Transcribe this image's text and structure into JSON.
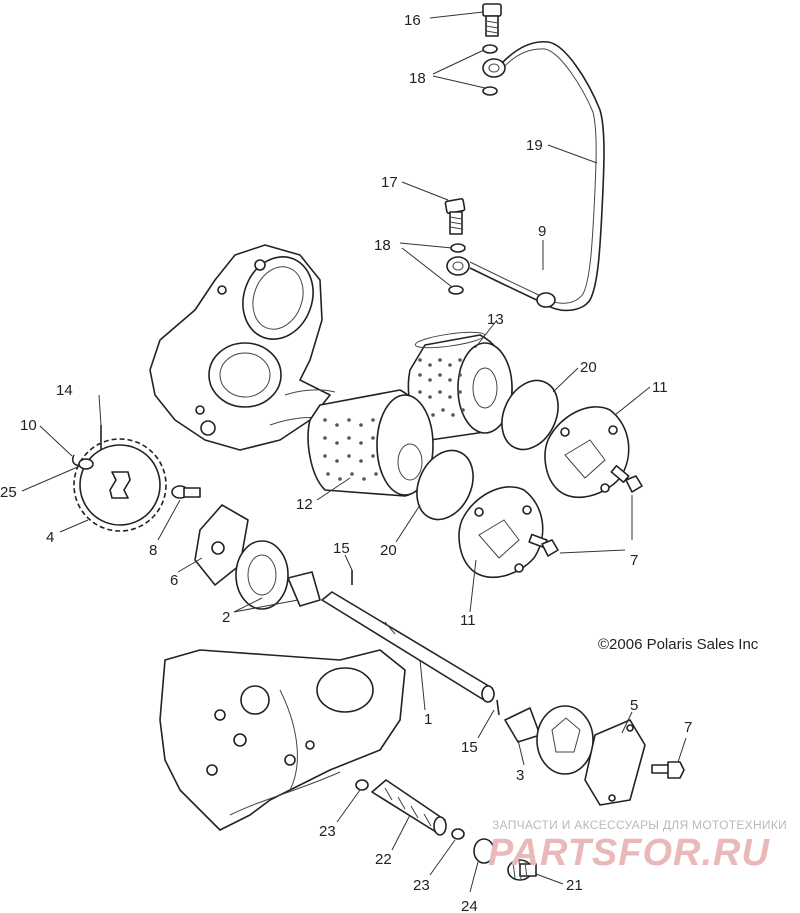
{
  "diagram": {
    "labels": [
      {
        "id": "l16",
        "text": "16"
      },
      {
        "id": "l18a",
        "text": "18"
      },
      {
        "id": "l19",
        "text": "19"
      },
      {
        "id": "l17",
        "text": "17"
      },
      {
        "id": "l18b",
        "text": "18"
      },
      {
        "id": "l9",
        "text": "9"
      },
      {
        "id": "l13",
        "text": "13"
      },
      {
        "id": "l20a",
        "text": "20"
      },
      {
        "id": "l11a",
        "text": "11"
      },
      {
        "id": "l14",
        "text": "14"
      },
      {
        "id": "l10",
        "text": "10"
      },
      {
        "id": "l25",
        "text": "25"
      },
      {
        "id": "l4",
        "text": "4"
      },
      {
        "id": "l8",
        "text": "8"
      },
      {
        "id": "l12",
        "text": "12"
      },
      {
        "id": "l20b",
        "text": "20"
      },
      {
        "id": "l6",
        "text": "6"
      },
      {
        "id": "l15a",
        "text": "15"
      },
      {
        "id": "l7a",
        "text": "7"
      },
      {
        "id": "l2",
        "text": "2"
      },
      {
        "id": "l11b",
        "text": "11"
      },
      {
        "id": "l1",
        "text": "1"
      },
      {
        "id": "l5",
        "text": "5"
      },
      {
        "id": "l7b",
        "text": "7"
      },
      {
        "id": "l15b",
        "text": "15"
      },
      {
        "id": "l3",
        "text": "3"
      },
      {
        "id": "l23a",
        "text": "23"
      },
      {
        "id": "l22",
        "text": "22"
      },
      {
        "id": "l23b",
        "text": "23"
      },
      {
        "id": "l21",
        "text": "21"
      },
      {
        "id": "l24",
        "text": "24"
      }
    ],
    "copyright": "©2006 Polaris Sales Inc",
    "watermark_text": "ЗАПЧАСТИ И АКСЕССУАРЫ ДЛЯ МОТОТЕХНИКИ",
    "watermark_logo": "PARTSFOR.RU"
  }
}
